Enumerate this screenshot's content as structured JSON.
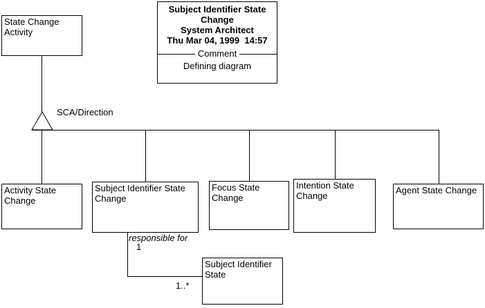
{
  "colors": {
    "ink": "#000000",
    "background": "#ffffff"
  },
  "diagram": {
    "header": {
      "title": "Subject Identifier State\nChange",
      "tool": "System Architect",
      "timestamp": "Thu Mar 04, 1999  14:57",
      "comment_label": "Comment",
      "comment_text": "Defining diagram"
    },
    "parent": {
      "label": "State Change\nActivity"
    },
    "relation_label": "SCA/Direction",
    "children": [
      {
        "label": "Activity State\nChange"
      },
      {
        "label": "Subject Identifier State\nChange"
      },
      {
        "label": "Focus State\nChange"
      },
      {
        "label": "Intention State\nChange"
      },
      {
        "label": "Agent State Change"
      }
    ],
    "association": {
      "label": "responsible for",
      "from_cardinality": "1",
      "to_cardinality": "1..*",
      "target_label": "Subject Identifier\nState"
    }
  }
}
